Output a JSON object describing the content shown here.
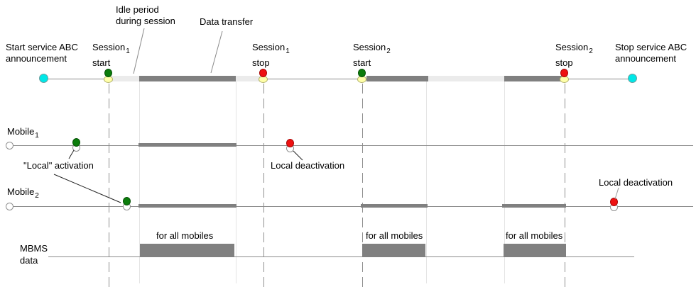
{
  "colors": {
    "background": "#ffffff",
    "line": "#8a8a8a",
    "dashed_line": "#8f8f8f",
    "edge_guide_line": "#e4e4e4",
    "bar_dark": "#808080",
    "bar_light": "#ebebeb",
    "mbms_block": "#808080",
    "dot_cyan": "#00e7e7",
    "dot_cyan_border": "#6f9f9f",
    "dot_green": "#0b7c0b",
    "dot_green_border": "#075407",
    "dot_red": "#ee1111",
    "dot_red_border": "#a80808",
    "dot_yellow": "#ffffa9",
    "dot_yellow_border": "#b2b26b",
    "dot_open_fill": "#ffffff",
    "dot_open_border": "#8f8f8f",
    "text": "#000000"
  },
  "annotations": {
    "idle_period": "Idle period\nduring session",
    "data_transfer": "Data transfer",
    "local_activation": "\"Local\" activation",
    "local_deactivation_mobile1": "Local deactivation",
    "local_deactivation_mobile2": "Local deactivation"
  },
  "service_timeline": {
    "start_announcement": "Start service ABC\nannouncement",
    "stop_announcement": "Stop service ABC\nannouncement",
    "session1_start": {
      "name": "Session",
      "sub": "1",
      "event": "start"
    },
    "session1_stop": {
      "name": "Session",
      "sub": "1",
      "event": "stop"
    },
    "session2_start": {
      "name": "Session",
      "sub": "2",
      "event": "start"
    },
    "session2_stop": {
      "name": "Session",
      "sub": "2",
      "event": "stop"
    }
  },
  "rows": {
    "mobile1": {
      "name": "Mobile",
      "sub": "1"
    },
    "mobile2": {
      "name": "Mobile",
      "sub": "2"
    },
    "mbms": "MBMS\ndata"
  },
  "mbms_blocks": {
    "block1_label": "for all mobiles",
    "block2_label": "for all mobiles",
    "block3_label": "for all mobiles"
  }
}
